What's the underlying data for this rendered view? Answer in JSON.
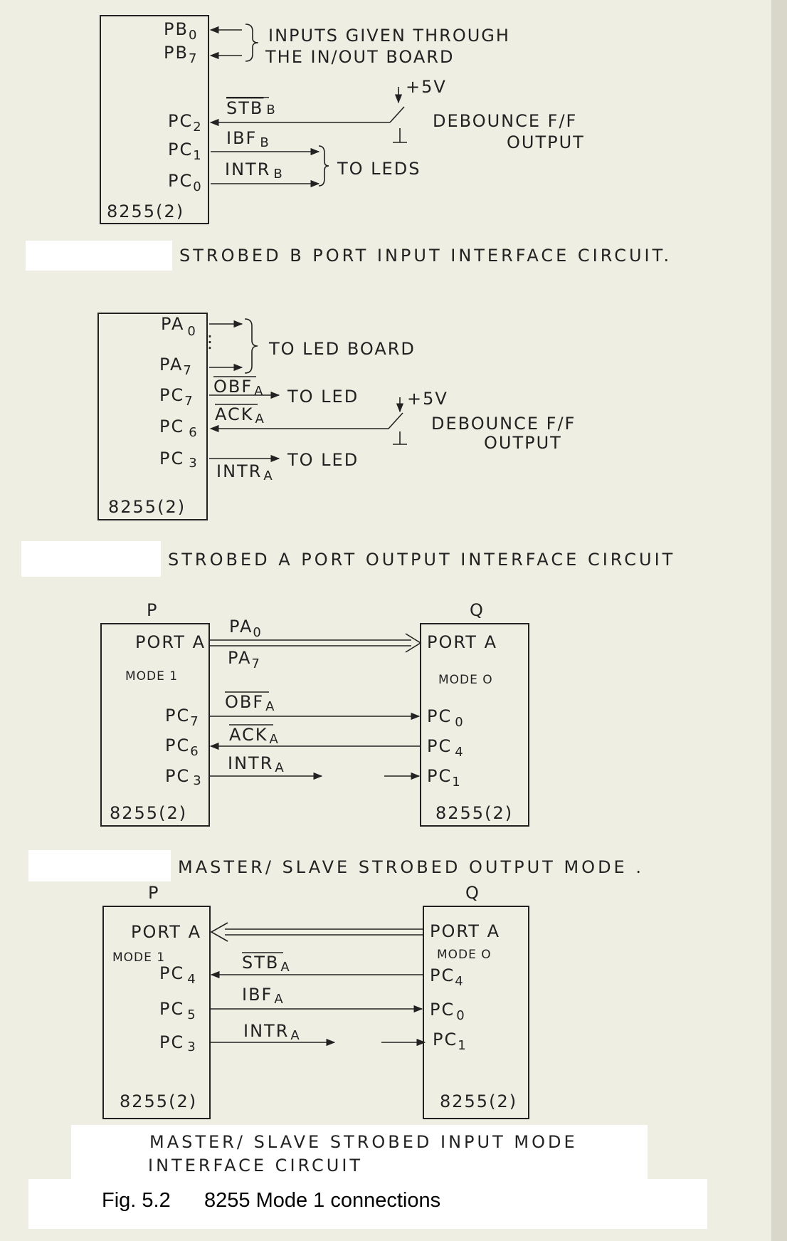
{
  "figure_caption": {
    "number": "Fig. 5.2",
    "title": "8255 Mode 1 connections"
  },
  "chip_label": "8255(2)",
  "diagrams": [
    {
      "caption": "STROBED B PORT INPUT INTERFACE CIRCUIT.",
      "pins": {
        "pb0": "PB",
        "pb0_sub": "0",
        "pb7": "PB",
        "pb7_sub": "7",
        "pc2": "PC",
        "pc2_sub": "2",
        "pc1": "PC",
        "pc1_sub": "1",
        "pc0": "PC",
        "pc0_sub": "0"
      },
      "signals": {
        "stb": "STB",
        "stb_sub": "B",
        "ibf": "IBF",
        "ibf_sub": "B",
        "intr": "INTR",
        "intr_sub": "B"
      },
      "notes": {
        "inputs_line1": "INPUTS GIVEN THROUGH",
        "inputs_line2": "THE IN/OUT BOARD",
        "to_leds": "TO LEDS",
        "plus5v": "+5V",
        "debounce_line1": "DEBOUNCE F/F",
        "debounce_line2": "OUTPUT"
      }
    },
    {
      "caption": "STROBED A PORT OUTPUT INTERFACE CIRCUIT",
      "pins": {
        "pa0": "PA",
        "pa0_sub": "0",
        "pa7": "PA",
        "pa7_sub": "7",
        "pc7": "PC",
        "pc7_sub": "7",
        "pc6": "PC",
        "pc6_sub": "6",
        "pc3": "PC",
        "pc3_sub": "3"
      },
      "signals": {
        "obf": "OBF",
        "obf_sub": "A",
        "ack": "ACK",
        "ack_sub": "A",
        "intr": "INTR",
        "intr_sub": "A"
      },
      "notes": {
        "to_led_board": "TO LED BOARD",
        "to_led": "TO LED",
        "plus5v": "+5V",
        "debounce_line1": "DEBOUNCE F/F",
        "debounce_line2": "OUTPUT"
      }
    },
    {
      "caption": "MASTER/ SLAVE STROBED OUTPUT MODE .",
      "p_label": "P",
      "q_label": "Q",
      "p_port": "PORT A",
      "p_mode": "MODE 1",
      "q_port": "PORT A",
      "q_mode": "MODE O",
      "bus_top": "PA",
      "bus_top_sub": "0",
      "bus_bottom": "PA",
      "bus_bottom_sub": "7",
      "p_pins": {
        "a": "PC",
        "a_sub": "7",
        "b": "PC",
        "b_sub": "6",
        "c": "PC",
        "c_sub": "3"
      },
      "q_pins": {
        "a": "PC",
        "a_sub": "0",
        "b": "PC",
        "b_sub": "4",
        "c": "PC",
        "c_sub": "1"
      },
      "signals": {
        "obf": "OBF",
        "obf_sub": "A",
        "ack": "ACK",
        "ack_sub": "A",
        "intr": "INTR",
        "intr_sub": "A"
      }
    },
    {
      "caption_line1": "MASTER/ SLAVE STROBED INPUT MODE",
      "caption_line2": "INTERFACE CIRCUIT",
      "p_label": "P",
      "q_label": "Q",
      "p_port": "PORT A",
      "p_mode": "MODE 1",
      "q_port": "PORT A",
      "q_mode": "MODE O",
      "p_pins": {
        "a": "PC",
        "a_sub": "4",
        "b": "PC",
        "b_sub": "5",
        "c": "PC",
        "c_sub": "3"
      },
      "q_pins": {
        "a": "PC",
        "a_sub": "4",
        "b": "PC",
        "b_sub": "0",
        "c": "PC",
        "c_sub": "1"
      },
      "signals": {
        "stb": "STB",
        "stb_sub": "A",
        "ibf": "IBF",
        "ibf_sub": "A",
        "intr": "INTR",
        "intr_sub": "A"
      }
    }
  ]
}
